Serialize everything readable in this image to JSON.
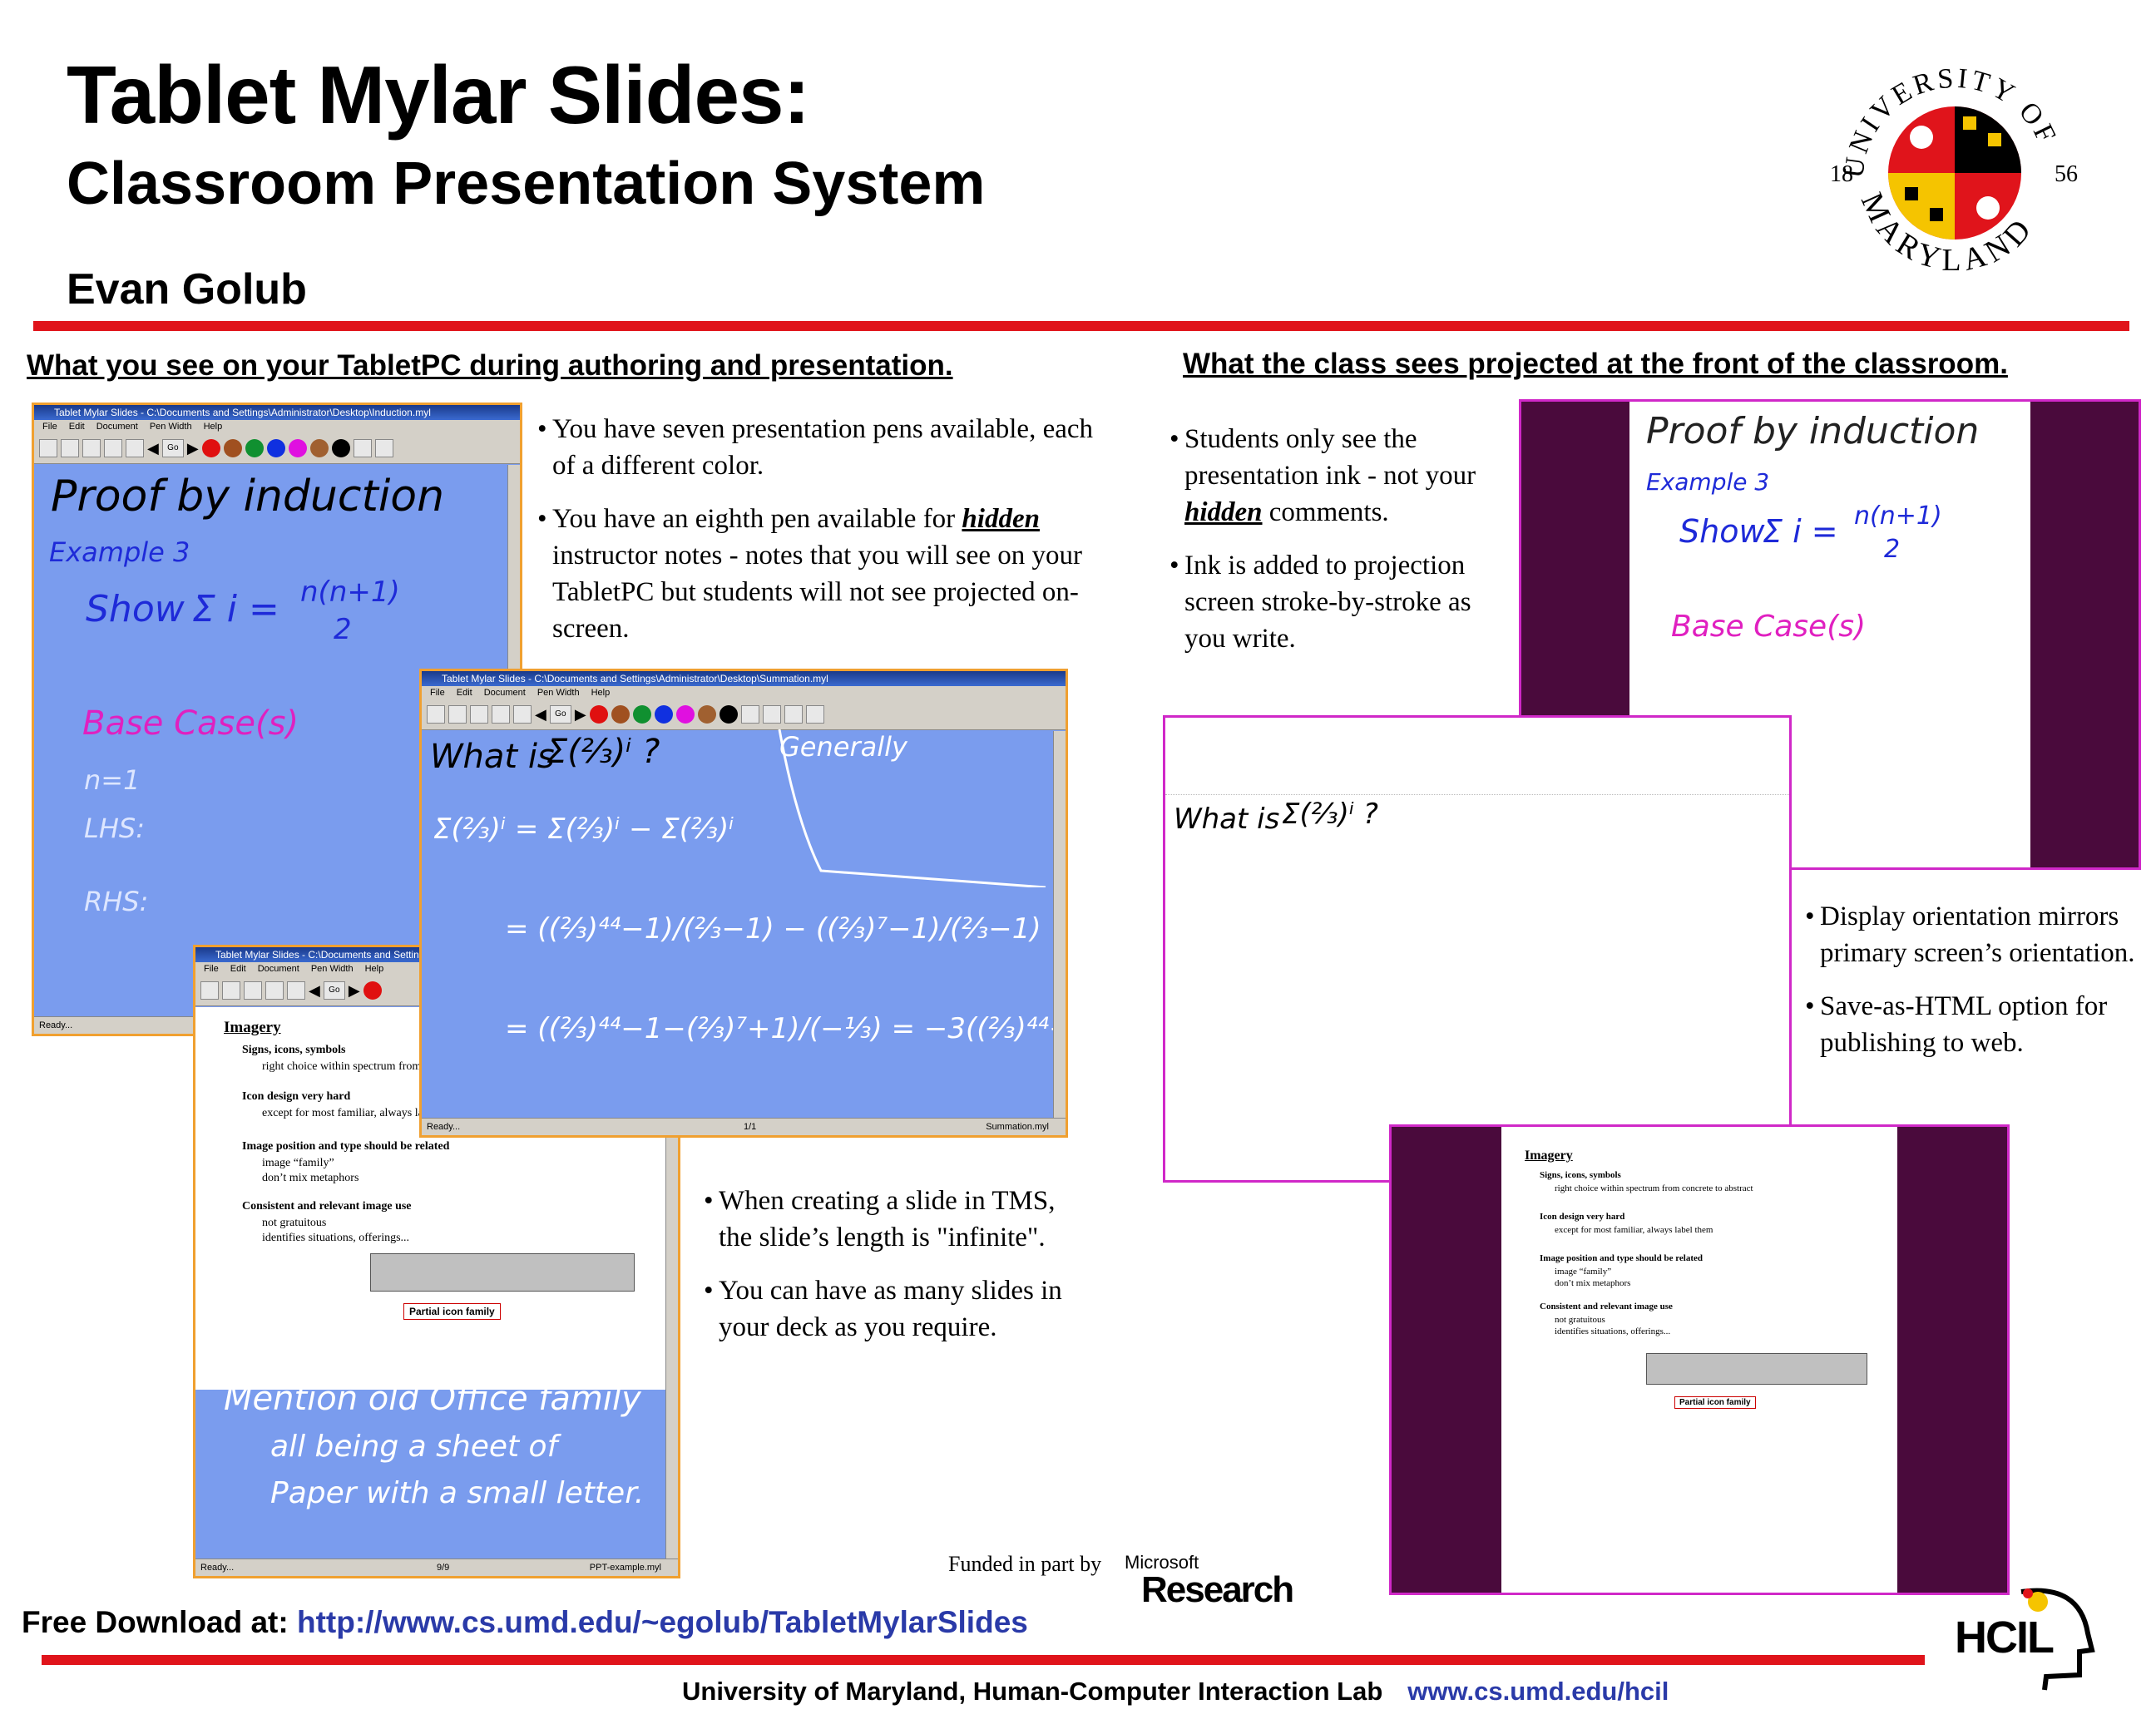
{
  "header": {
    "title": "Tablet Mylar Slides:",
    "subtitle": "Classroom Presentation System",
    "author": "Evan Golub"
  },
  "logo": {
    "top_text": "UNIVERSITY OF",
    "bottom_text": "MARYLAND",
    "year_left": "18",
    "year_right": "56"
  },
  "left_section": {
    "heading": "What you see on your TabletPC during authoring and presentation.",
    "bullets_top": {
      "b1": "You have seven presentation pens available, each of a different color.",
      "b2_pre": "You have an eighth pen available for ",
      "b2_hidden": "hidden",
      "b2_post": " instructor notes - notes that you will see on your TabletPC but students will not see projected on-screen."
    },
    "bullets_bottom": {
      "b1": "When creating a slide in TMS, the slide’s length is \"infinite\".",
      "b2": "You can have as many slides in your deck as you require."
    }
  },
  "right_section": {
    "heading": "What the class sees projected at the front of the classroom.",
    "bullets_top": {
      "b1_pre": "Students only see the presentation ink - not your ",
      "b1_hidden": "hidden",
      "b1_post": " comments.",
      "b2": "Ink is added to projection screen stroke-by-stroke as you write."
    },
    "bullets_mid": {
      "b1": "Display orientation mirrors primary screen’s orientation.",
      "b2": "Save-as-HTML option for publishing to web."
    }
  },
  "windows": {
    "win1": {
      "title": "Tablet Mylar Slides - C:\\Documents and Settings\\Administrator\\Desktop\\Induction.myl",
      "status": "Ready..."
    },
    "win2": {
      "title": "Tablet Mylar Slides - C:\\Documents and Settings\\Administrator\\Desktop\\Summation.myl",
      "status": "Ready...",
      "page": "1/1",
      "file": "Summation.myl"
    },
    "win3": {
      "title": "Tablet Mylar Slides - C:\\Documents and Settings\\Administrator\\",
      "status": "Ready...",
      "page": "9/9",
      "file": "PPT-example.myl"
    },
    "menu": [
      "File",
      "Edit",
      "Document",
      "Pen Width",
      "Help"
    ],
    "go_label": "Go"
  },
  "pen_colors": [
    "#e01010",
    "#a05020",
    "#109030",
    "#1030e0",
    "#e010e0",
    "#a06030",
    "#000000"
  ],
  "ink": {
    "proof_title": "Proof by induction",
    "example": "Example 3",
    "show": "Show",
    "sum": "Σ i =",
    "frac_top": "n(n+1)",
    "frac_bot": "2",
    "base_case": "Base Case(s)",
    "n1": "n=1",
    "lhs": "LHS:",
    "rhs": "RHS:",
    "what_is": "What is",
    "generally": "Generally",
    "mention1": "Mention old Office family",
    "mention2": "all being a sheet of",
    "mention3": "Paper with a small letter."
  },
  "imagery_slide": {
    "title": "Imagery",
    "items": [
      {
        "head": "Signs, icons, symbols",
        "sub": [
          "right choice within spectrum from concrete to abstract"
        ]
      },
      {
        "head": "Icon design very hard",
        "sub": [
          "except for most familiar, always label them"
        ]
      },
      {
        "head": "Image position and type should be related",
        "sub": [
          "image “family”",
          "don’t mix metaphors"
        ]
      },
      {
        "head": "Consistent and relevant image use",
        "sub": [
          "not gratuitous",
          "identifies situations, offerings..."
        ]
      }
    ],
    "caption": "Partial icon family"
  },
  "footer": {
    "funded": "Funded in part by",
    "ms_small": "Microsoft",
    "ms_big": "Research",
    "download_label": "Free Download at: ",
    "download_url": "http://www.cs.umd.edu/~egolub/TabletMylarSlides",
    "lab": "University of Maryland, Human-Computer Interaction Lab",
    "lab_url": "www.cs.umd.edu/hcil",
    "hcil": "HCIL"
  }
}
